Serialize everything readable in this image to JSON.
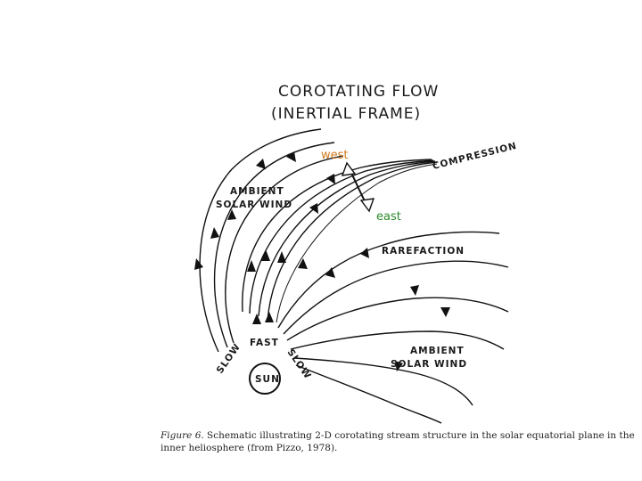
{
  "diagram": {
    "title_line1": "COROTATING FLOW",
    "title_line2": "(INERTIAL FRAME)",
    "labels": {
      "compression": "COMPRESSION",
      "ambient_upper_1": "AMBIENT",
      "ambient_upper_2": "SOLAR WIND",
      "rarefaction": "RAREFACTION",
      "ambient_lower_1": "AMBIENT",
      "ambient_lower_2": "SOLAR WIND",
      "slow_left": "SLOW",
      "fast": "FAST",
      "slow_right": "SLOW",
      "sun": "SUN"
    },
    "annotations": {
      "west": "west",
      "east": "east"
    },
    "caption": {
      "figure": "Figure 6.",
      "line1": " Schematic illustrating 2-D corotating stream structure in the solar equatorial plane in the",
      "line2": "inner heliosphere (from Pizzo, 1978)."
    },
    "colors": {
      "west": "#d07a1a",
      "east": "#2a8a2a",
      "ink": "#111111"
    }
  }
}
